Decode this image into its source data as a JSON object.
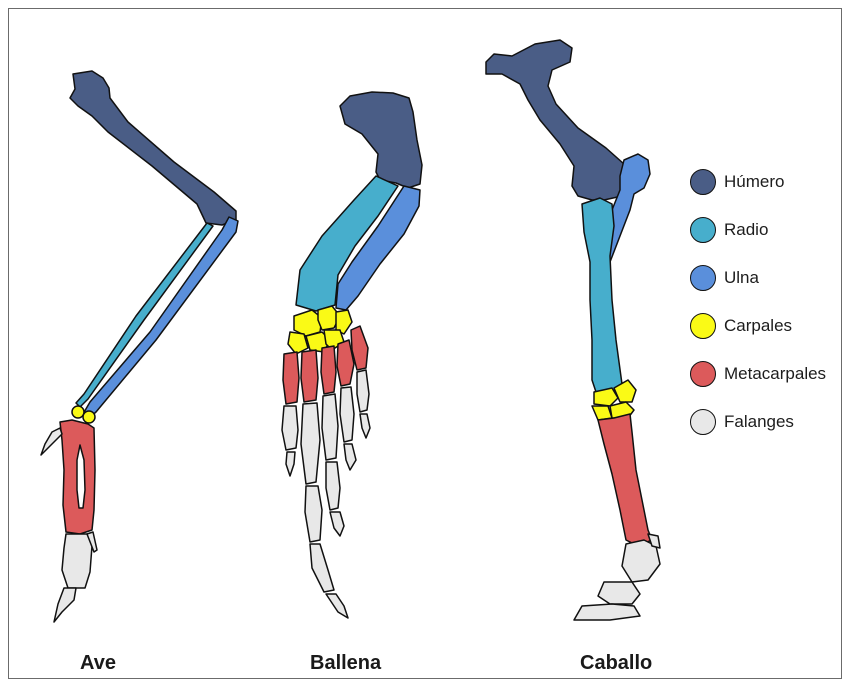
{
  "colors": {
    "humero": "#4a5d86",
    "radio": "#47aecc",
    "ulna": "#5a8fdb",
    "carpales": "#fafa16",
    "metacarpales": "#dc5a5b",
    "falanges": "#e8e8e8"
  },
  "legend": [
    {
      "label": "Húmero",
      "color": "#4a5d86"
    },
    {
      "label": "Radio",
      "color": "#47aecc"
    },
    {
      "label": "Ulna",
      "color": "#5a8fdb"
    },
    {
      "label": "Carpales",
      "color": "#fafa16"
    },
    {
      "label": "Metacarpales",
      "color": "#dc5a5b"
    },
    {
      "label": "Falanges",
      "color": "#e8e8e8"
    }
  ],
  "captions": {
    "ave": "Ave",
    "ballena": "Ballena",
    "caballo": "Caballo"
  }
}
